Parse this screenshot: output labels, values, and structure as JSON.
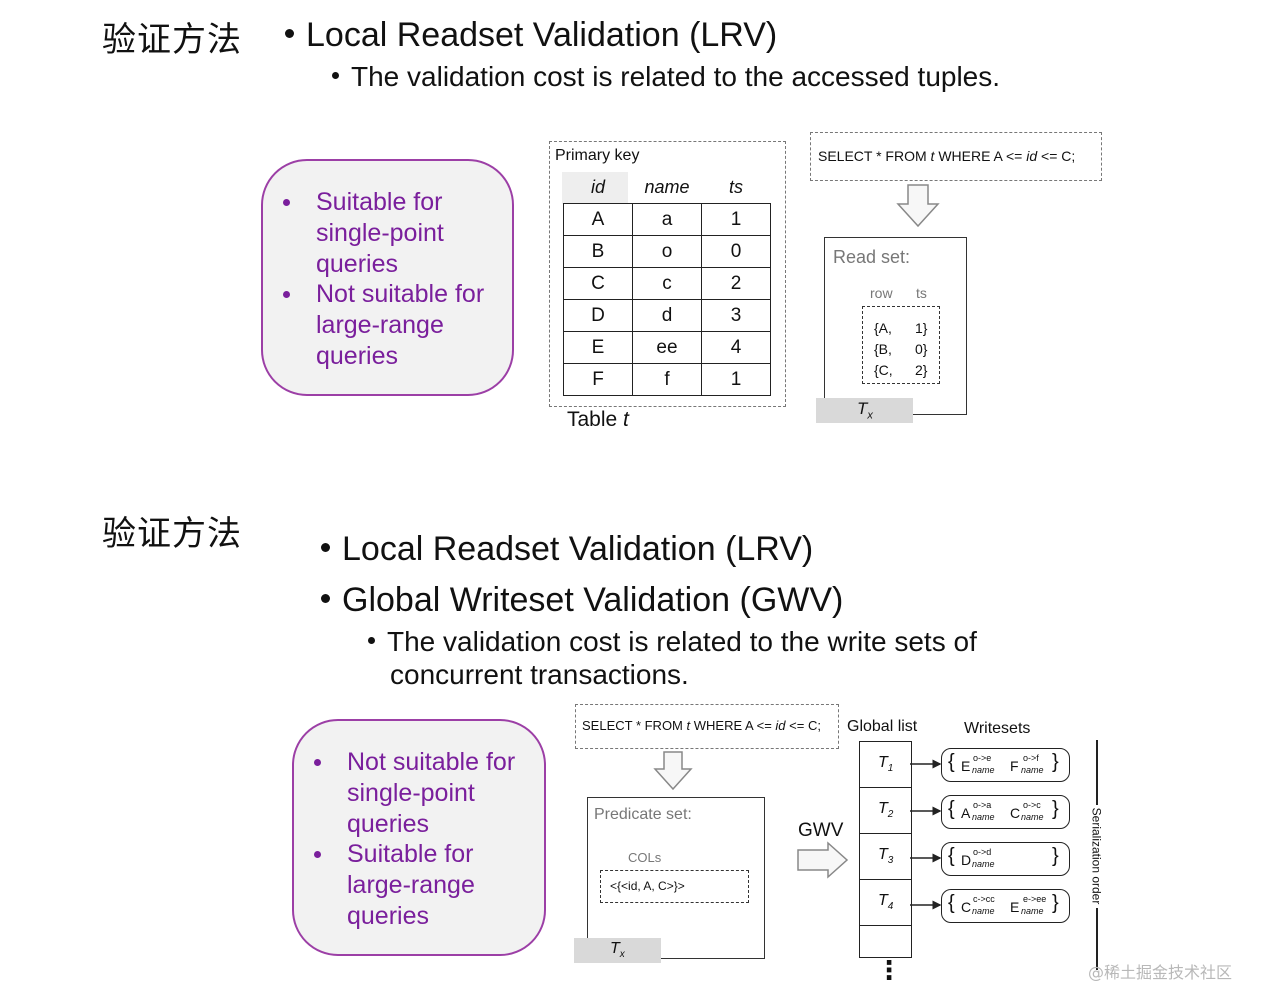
{
  "slide1": {
    "title": "验证方法",
    "bullet1": "Local Readset Validation (LRV)",
    "bullet1_sub": "The validation cost is related to the accessed tuples.",
    "note_items": [
      "Suitable for single-point queries",
      "Not suitable for large-range queries"
    ],
    "note_lines": [
      [
        "Suitable for",
        "single-point",
        "queries"
      ],
      [
        "Not suitable for",
        "large-range",
        "queries"
      ]
    ],
    "table": {
      "caption_pk": "Primary key",
      "columns": [
        "id",
        "name",
        "ts"
      ],
      "rows": [
        [
          "A",
          "a",
          "1"
        ],
        [
          "B",
          "o",
          "0"
        ],
        [
          "C",
          "c",
          "2"
        ],
        [
          "D",
          "d",
          "3"
        ],
        [
          "E",
          "ee",
          "4"
        ],
        [
          "F",
          "f",
          "1"
        ]
      ],
      "label": "Table",
      "label_var": "t"
    },
    "query": {
      "p1": "SELECT * FROM ",
      "t": "t",
      "p2": " WHERE A <= ",
      "id": "id",
      "p3": " <= C;"
    },
    "read_set": {
      "title": "Read set:",
      "cols": [
        "row",
        "ts"
      ],
      "rows": [
        [
          "{A,",
          "1}"
        ],
        [
          "{B,",
          "0}"
        ],
        [
          "{C,",
          "2}"
        ]
      ],
      "tx_label": "T",
      "tx_sub": "x"
    }
  },
  "slide2": {
    "title": "验证方法",
    "bullet1": "Local Readset Validation (LRV)",
    "bullet2": "Global Writeset Validation (GWV)",
    "bullet2_sub_line1": "The validation cost is related to the write sets of",
    "bullet2_sub_line2": "concurrent transactions.",
    "note_items": [
      "Not suitable for single-point queries",
      "Suitable for large-range queries"
    ],
    "note_lines": [
      [
        "Not suitable for",
        "single-point",
        "queries"
      ],
      [
        "Suitable for",
        "large-range",
        "queries"
      ]
    ],
    "query": {
      "p1": "SELECT * FROM ",
      "t": "t",
      "p2": " WHERE A <= ",
      "id": "id",
      "p3": " <= C;"
    },
    "predicate_set": {
      "title": "Predicate set:",
      "cols_label": "COLs",
      "value": "<{<id, A, C>}>",
      "tx_label": "T",
      "tx_sub": "x"
    },
    "gwv_label": "GWV",
    "global_list_label": "Global list",
    "writesets_label": "Writesets",
    "transactions": [
      {
        "label": "T",
        "sub": "1"
      },
      {
        "label": "T",
        "sub": "2"
      },
      {
        "label": "T",
        "sub": "3"
      },
      {
        "label": "T",
        "sub": "4"
      }
    ],
    "more": "⋮",
    "writesets": [
      [
        {
          "base": "E",
          "sup": "o->e",
          "sub": "name"
        },
        {
          "base": "F",
          "sup": "o->f",
          "sub": "name"
        }
      ],
      [
        {
          "base": "A",
          "sup": "o->a",
          "sub": "name"
        },
        {
          "base": "C",
          "sup": "o->c",
          "sub": "name"
        }
      ],
      [
        {
          "base": "D",
          "sup": "o->d",
          "sub": "name"
        }
      ],
      [
        {
          "base": "C",
          "sup": "c->cc",
          "sub": "name"
        },
        {
          "base": "E",
          "sup": "e->ee",
          "sub": "name"
        }
      ]
    ],
    "serialization_label": "Serialization order"
  },
  "watermark": "@稀土掘金技术社区"
}
